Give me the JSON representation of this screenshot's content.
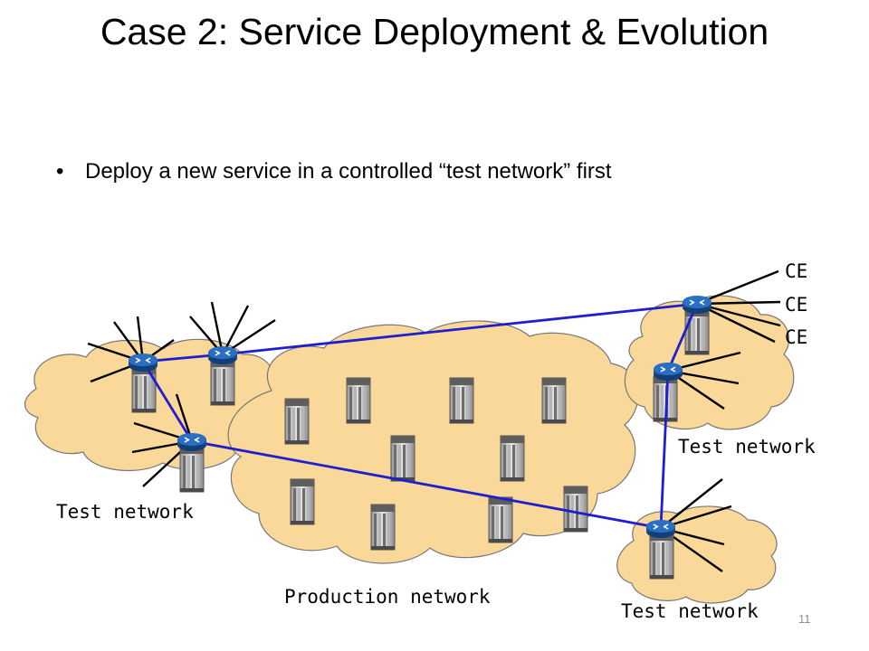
{
  "slide": {
    "title": "Case 2: Service Deployment & Evolution",
    "bullet": "Deploy a new service in a controlled “test network” first",
    "page_number": "11"
  },
  "diagram": {
    "labels": {
      "test_network_left": "Test network",
      "test_network_right_top": "Test network",
      "test_network_right_bottom": "Test network",
      "production_network": "Production network",
      "ce_1": "CE",
      "ce_2": "CE",
      "ce_3": "CE"
    },
    "colors": {
      "cloud_fill": "#f9d89a",
      "cloud_stroke": "#777777",
      "link": "#1f1fcf",
      "router": "#2a6fc2"
    }
  }
}
